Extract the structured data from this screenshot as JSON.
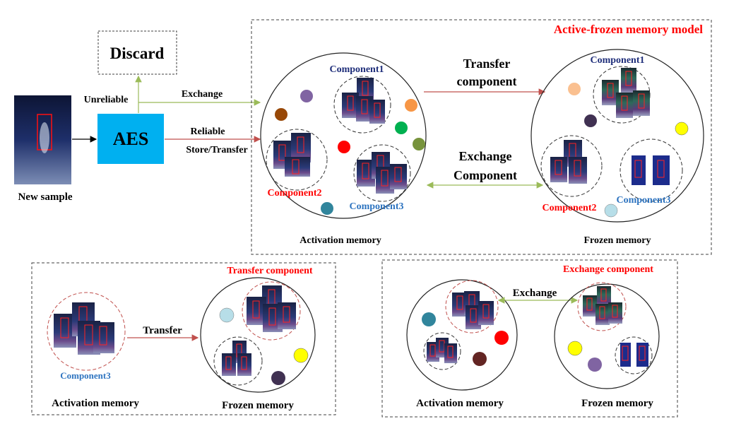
{
  "colors": {
    "aes_box": "#00b0f0",
    "green_arrow": "#9bbb59",
    "red_arrow": "#c0504d",
    "dashed_frame": "#404040",
    "title_red": "#ff0000",
    "label_navy": "#1f2e7a",
    "label_blue": "#2e74c0"
  },
  "top": {
    "new_sample_label": "New sample",
    "aes_label": "AES",
    "discard_label": "Discard",
    "unreliable_label": "Unreliable",
    "exchange_label": "Exchange",
    "reliable_label": "Reliable",
    "store_transfer_label": "Store/Transfer",
    "model_title": "Active-frozen memory model",
    "transfer_component_line1": "Transfer",
    "transfer_component_line2": "component",
    "exchange_component_line1": "Exchange",
    "exchange_component_line2": "Component",
    "activation": {
      "caption": "Activation memory",
      "component1": "Component1",
      "component2": "Component2",
      "component3": "Component3"
    },
    "frozen": {
      "caption": "Frozen memory",
      "component1": "Component1",
      "component2": "Component2",
      "component3": "Component3"
    }
  },
  "bottom_left": {
    "title": "Transfer component",
    "transfer_label": "Transfer",
    "component3": "Component3",
    "activation_caption": "Activation memory",
    "frozen_caption": "Frozen memory"
  },
  "bottom_right": {
    "title": "Exchange component",
    "exchange_label": "Exchange",
    "activation_caption": "Activation memory",
    "frozen_caption": "Frozen memory"
  },
  "dots": {
    "purple": "#8064a2",
    "brown": "#984807",
    "orange": "#f79646",
    "green": "#00b050",
    "olive": "#77933c",
    "red": "#ff0000",
    "teal": "#31859c",
    "peach": "#fac090",
    "dark_purple": "#403152",
    "yellow": "#ffff00",
    "light_blue": "#b7dee8",
    "maroon": "#632523"
  }
}
